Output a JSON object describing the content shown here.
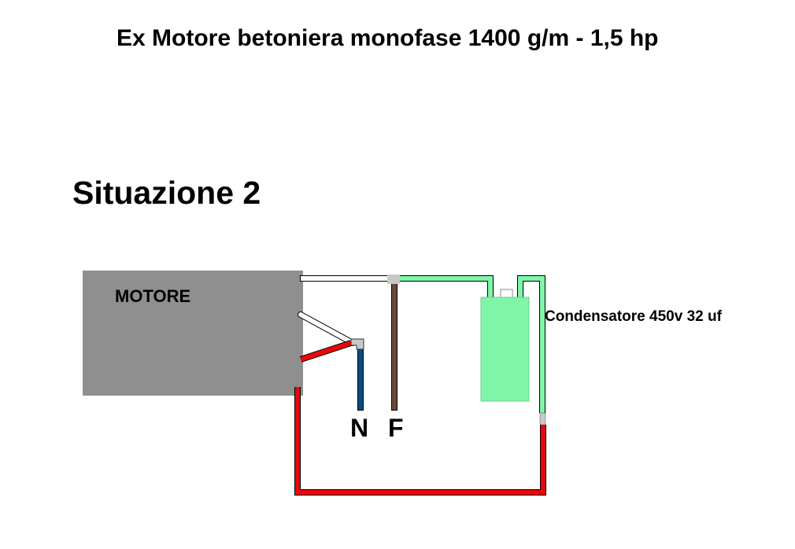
{
  "title": "Ex Motore betoniera monofase 1400 g/m - 1,5 hp",
  "subtitle": "Situazione 2",
  "motor": {
    "label": "MOTORE",
    "color": "#8f8f8f"
  },
  "capacitor": {
    "label": "Condensatore 450v 32 uf",
    "color": "#80f5a8"
  },
  "terminals": {
    "neutral": "N",
    "phase": "F"
  },
  "wire_colors": {
    "red": "#e8080c",
    "white": "#ffffff",
    "green": "#80f5a8",
    "brown": "#6b4a3a",
    "blue": "#0d4a80",
    "junction": "#c8c8c8"
  }
}
